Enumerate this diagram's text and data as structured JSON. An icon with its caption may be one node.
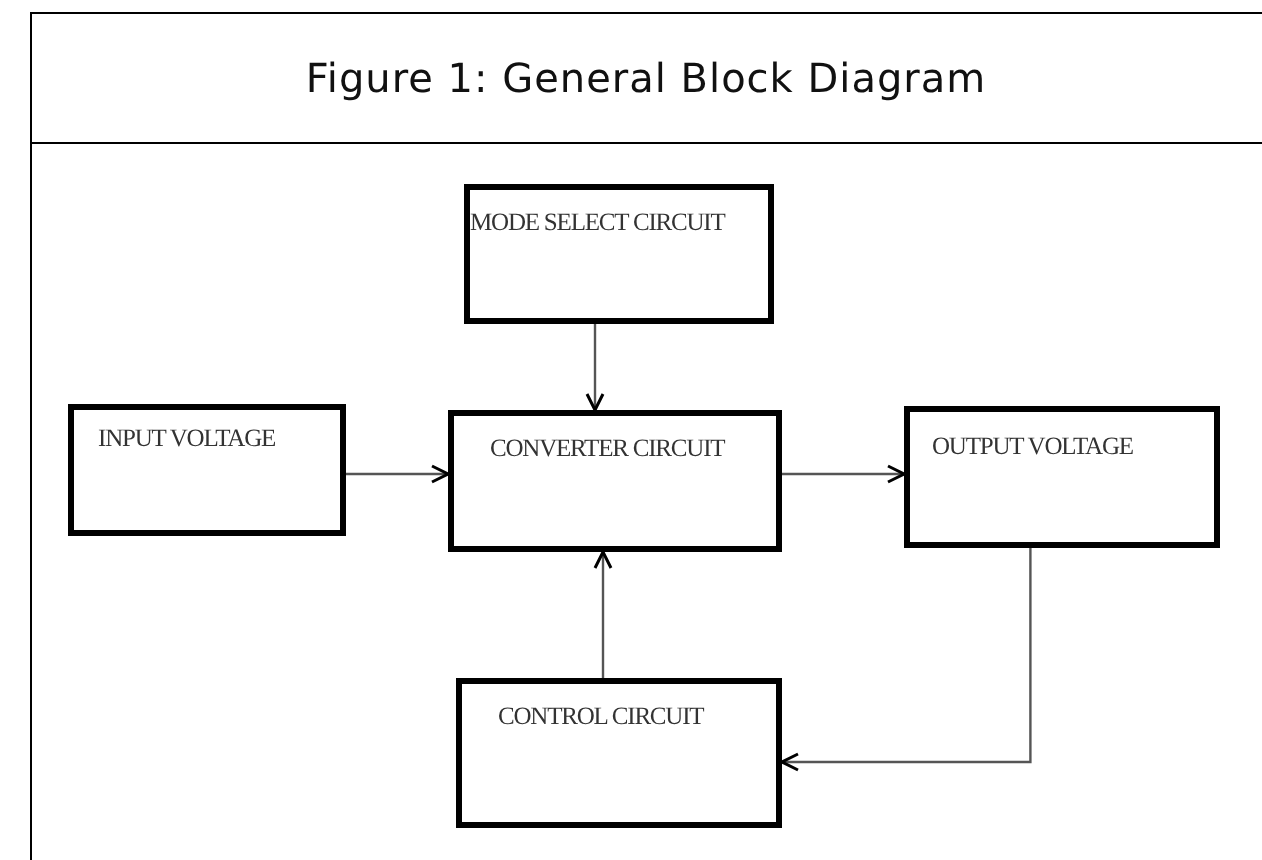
{
  "diagram": {
    "title": "Figure 1: General Block Diagram",
    "nodes": [
      {
        "text": [
          "MODE SELECT CIRCUIT"
        ]
      },
      {
        "text": [
          "INPUT VOLTAGE"
        ]
      },
      {
        "text": [
          "CONVERTER CIRCUIT"
        ]
      },
      {
        "text": [
          "OUTPUT VOLTAGE"
        ]
      },
      {
        "text": [
          "CONTROL CIRCUIT"
        ]
      }
    ],
    "edges": [
      {
        "from": 0,
        "to": 2,
        "arrow": "to"
      },
      {
        "from": 1,
        "to": 2,
        "arrow": "to"
      },
      {
        "from": 2,
        "to": 3,
        "arrow": "to"
      },
      {
        "from": 4,
        "to": 2,
        "arrow": "to"
      },
      {
        "from": 3,
        "to": 4,
        "arrow": "to"
      }
    ]
  }
}
